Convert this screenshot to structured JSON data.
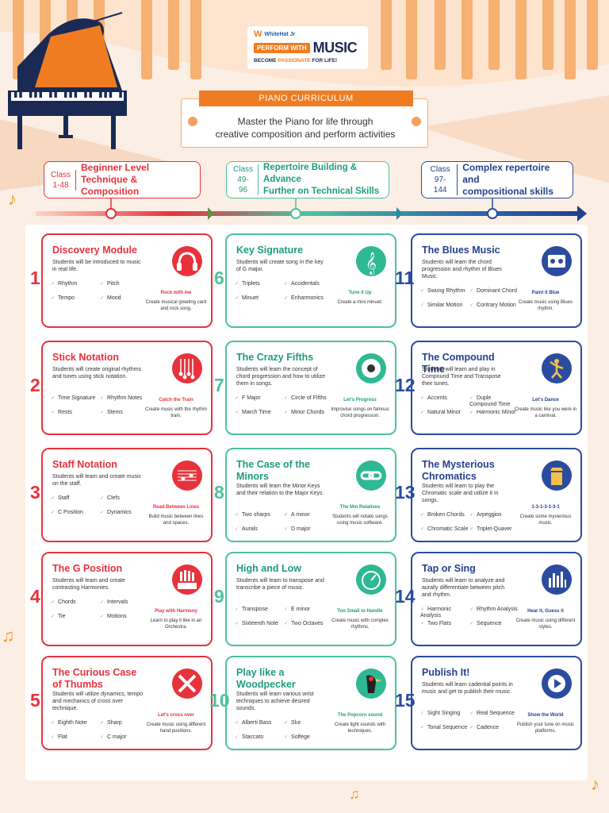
{
  "brand": {
    "company": "WhiteHat Jr",
    "tag_pill": "PERFORM WITH",
    "tag_music": "MUSIC",
    "tagline_a": "BECOME ",
    "tagline_b": "PASSIONATE",
    "tagline_c": " FOR LIFE!"
  },
  "curriculum": {
    "title": "PIANO CURRICULUM",
    "line1": "Master the Piano for life through",
    "line2": "creative composition and perform activities"
  },
  "levels": [
    {
      "cls": "Class",
      "range": "1-48",
      "d1": "Beginner Level",
      "d2": "Technique & Composition",
      "color": "#e7323c"
    },
    {
      "cls": "Class",
      "range": "49-96",
      "d1": "Repertoire Building & Advance",
      "d2": "Further on Technical Skills",
      "color": "#4cc2a0"
    },
    {
      "cls": "Class",
      "range": "97-144",
      "d1": "Complex repertoire and",
      "d2": "compositional skills",
      "color": "#2b4c9e"
    }
  ],
  "colors": {
    "red": "#e7323c",
    "green": "#4cc2a0",
    "blue": "#2b4c9e",
    "orange": "#f07c21"
  },
  "modules": [
    {
      "n": "1",
      "title": "Discovery Module",
      "desc": "Students will be introduced to music in real life.",
      "f": [
        "Rhythm",
        "Pitch",
        "Tempo",
        "Mood"
      ],
      "act": "Rock with me",
      "actd": "Create musical greeting card and rock song.",
      "icon": "headphones-icon"
    },
    {
      "n": "2",
      "title": "Stick Notation",
      "desc": "Students will create original rhythms and tunes using stick notation.",
      "f": [
        "Time Signature",
        "Rhythm Notes",
        "Rests",
        "Stems"
      ],
      "act": "Catch the Train",
      "actd": "Create music with the rhythm train.",
      "icon": "pendulum-icon"
    },
    {
      "n": "3",
      "title": "Staff Notation",
      "desc": "Students will learn and create music on the staff.",
      "f": [
        "Staff",
        "Clefs",
        "C Position",
        "Dynamics"
      ],
      "act": "Read Between Lines",
      "actd": "Build music between lines and spaces.",
      "icon": "staff-notes-icon"
    },
    {
      "n": "4",
      "title": "The G Position",
      "desc": "Students will learn and create contrasting Harmonies.",
      "f": [
        "Chords",
        "Intervals",
        "Tie",
        "Motions"
      ],
      "act": "Play with Harmony",
      "actd": "Learn to play it like in an Orchestra.",
      "icon": "hands-keyboard-icon"
    },
    {
      "n": "5",
      "title": "The Curious Case of Thumbs",
      "desc": "Students will utilize dynamics, tempo and mechanics of cross over technique.",
      "f": [
        "Eighth Note",
        "Sharp",
        "Flat",
        "C major"
      ],
      "act": "Let's cross over",
      "actd": "Create music using different hand positions.",
      "icon": "crossed-hands-icon"
    },
    {
      "n": "6",
      "title": "Key Signature",
      "desc": "Students will create song in the key of G major.",
      "f": [
        "Triplets",
        "Accidentals",
        "Minuet",
        "Enharmonics"
      ],
      "act": "Tune it Up",
      "actd": "Create a mini minuet.",
      "icon": "treble-clef-icon"
    },
    {
      "n": "7",
      "title": "The Crazy Fifths",
      "desc": "Students will learn the concept of chord progression and how to utilize them in songs.",
      "f": [
        "F Major",
        "Circle of Fifths",
        "March Time",
        "Minor Chords"
      ],
      "act": "Let's Progress",
      "actd": "Improvise songs on famous chord progression.",
      "icon": "circle-keyboard-icon"
    },
    {
      "n": "8",
      "title": "The Case of the Minors",
      "desc": "Students will learn the Minor Keys and their relation to the Major Keys.",
      "f": [
        "Two sharps",
        "A minor",
        "Aurals",
        "D major"
      ],
      "act": "The Mm Relatives",
      "actd": "Students will notate songs using music software.",
      "icon": "link-icon"
    },
    {
      "n": "9",
      "title": "High and Low",
      "desc": "Students will learn to transpose and transcribe a piece of music.",
      "f": [
        "Transpose",
        "E minor",
        "Sixteenth Note",
        "Two Octaves"
      ],
      "act": "Too Small to Handle",
      "actd": "Create music with complex rhythms.",
      "icon": "gauge-icon"
    },
    {
      "n": "10",
      "title": "Play like a Woodpecker",
      "desc": "Students will learn various wrist techniques to achieve desired sounds.",
      "f": [
        "Alberti Bass",
        "Slur",
        "Staccato",
        "Solfege"
      ],
      "act": "The Popcorn sound",
      "actd": "Create light sounds with techniques.",
      "icon": "woodpecker-icon"
    },
    {
      "n": "11",
      "title": "The Blues Music",
      "desc": "Students will learn the chord progression and rhythm of Blues Music.",
      "f": [
        "Swung Rhythm",
        "Dominant Chord",
        "Similar Motion",
        "Contrary Motion"
      ],
      "act": "Paint it Blue",
      "actd": "Create music using Blues rhythm.",
      "icon": "cassette-icon"
    },
    {
      "n": "12",
      "title": "The Compound Time",
      "desc": "Students will learn and play in Compound Time and Transpose their tunes.",
      "f": [
        "Accents",
        "Duple Compound Time",
        "Natural Minor",
        "Harmonic Minor"
      ],
      "act": "Let's Dance",
      "actd": "Create music like you were in a carnival.",
      "icon": "dancer-icon"
    },
    {
      "n": "13",
      "title": "The Mysterious Chromatics",
      "desc": "Students will learn to play the Chromatic scale and utilize it in songs.",
      "f": [
        "Broken Chords",
        "Arpeggios",
        "Chromatic Scale",
        "Triplet-Quaver"
      ],
      "act": "1-3-1-3-1-3-1",
      "actd": "Create some mysterious music.",
      "icon": "detective-icon"
    },
    {
      "n": "14",
      "title": "Tap or Sing",
      "desc": "Students will learn to analyze and aurally differentiate between pitch and rhythm.",
      "f": [
        "Harmonic Analysis",
        "Rhythm Analysis",
        "Two Flats",
        "Sequence"
      ],
      "act": "Hear it, Guess it",
      "actd": "Create music using different styles.",
      "icon": "equalizer-icon"
    },
    {
      "n": "15",
      "title": "Publish It!",
      "desc": "Students will learn cadential points in music and get to publish their music.",
      "f": [
        "Sight Singing",
        "Real Sequence",
        "Tonal Sequence",
        "Cadence"
      ],
      "act": "Show the World",
      "actd": "Publish your tune on music platforms.",
      "icon": "globe-play-icon"
    }
  ]
}
